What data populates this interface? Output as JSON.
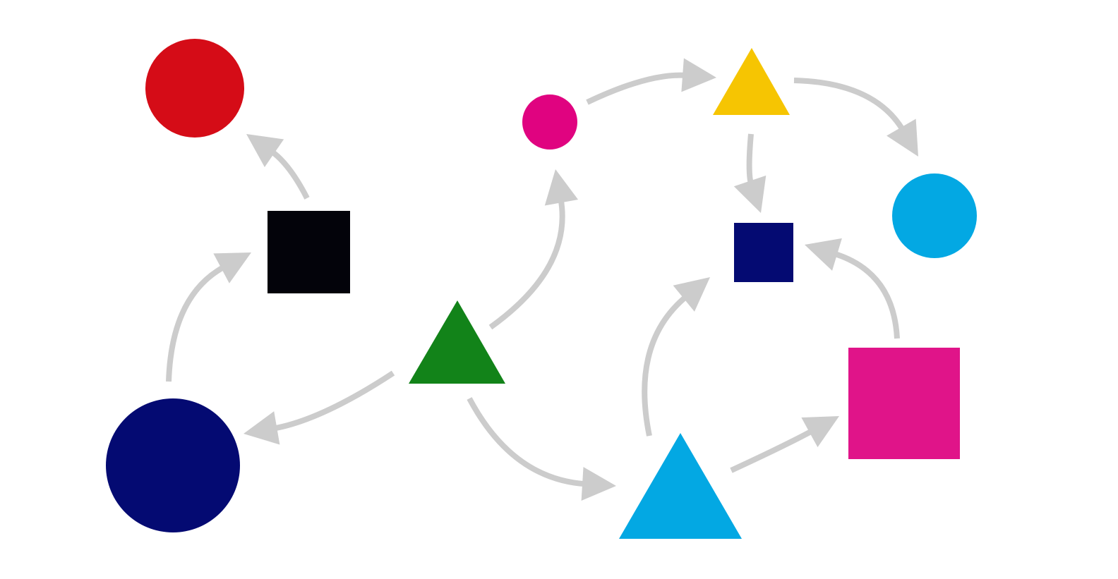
{
  "diagram": {
    "background": "#ffffff",
    "edge_color": "#cccccc",
    "nodes": [
      {
        "id": "red-circle",
        "shape": "circle",
        "color": "#d50c17"
      },
      {
        "id": "black-square",
        "shape": "square",
        "color": "#03030a"
      },
      {
        "id": "navy-circle-large",
        "shape": "circle",
        "color": "#040a72"
      },
      {
        "id": "green-triangle",
        "shape": "triangle",
        "color": "#128319"
      },
      {
        "id": "magenta-circle-small",
        "shape": "circle",
        "color": "#e00380"
      },
      {
        "id": "yellow-triangle",
        "shape": "triangle",
        "color": "#f6c502"
      },
      {
        "id": "cyan-circle",
        "shape": "circle",
        "color": "#03a8e3"
      },
      {
        "id": "navy-square-small",
        "shape": "square",
        "color": "#040a72"
      },
      {
        "id": "magenta-square",
        "shape": "square",
        "color": "#e01489"
      },
      {
        "id": "cyan-triangle",
        "shape": "triangle",
        "color": "#03a8e3"
      }
    ],
    "edges": [
      {
        "from": "black-square",
        "to": "red-circle"
      },
      {
        "from": "navy-circle-large",
        "to": "black-square"
      },
      {
        "from": "green-triangle",
        "to": "navy-circle-large"
      },
      {
        "from": "green-triangle",
        "to": "magenta-circle-small"
      },
      {
        "from": "green-triangle",
        "to": "cyan-triangle"
      },
      {
        "from": "magenta-circle-small",
        "to": "yellow-triangle"
      },
      {
        "from": "yellow-triangle",
        "to": "cyan-circle"
      },
      {
        "from": "yellow-triangle",
        "to": "navy-square-small"
      },
      {
        "from": "cyan-triangle",
        "to": "navy-square-small"
      },
      {
        "from": "magenta-square",
        "to": "navy-square-small"
      },
      {
        "from": "cyan-triangle",
        "to": "magenta-square"
      }
    ]
  }
}
